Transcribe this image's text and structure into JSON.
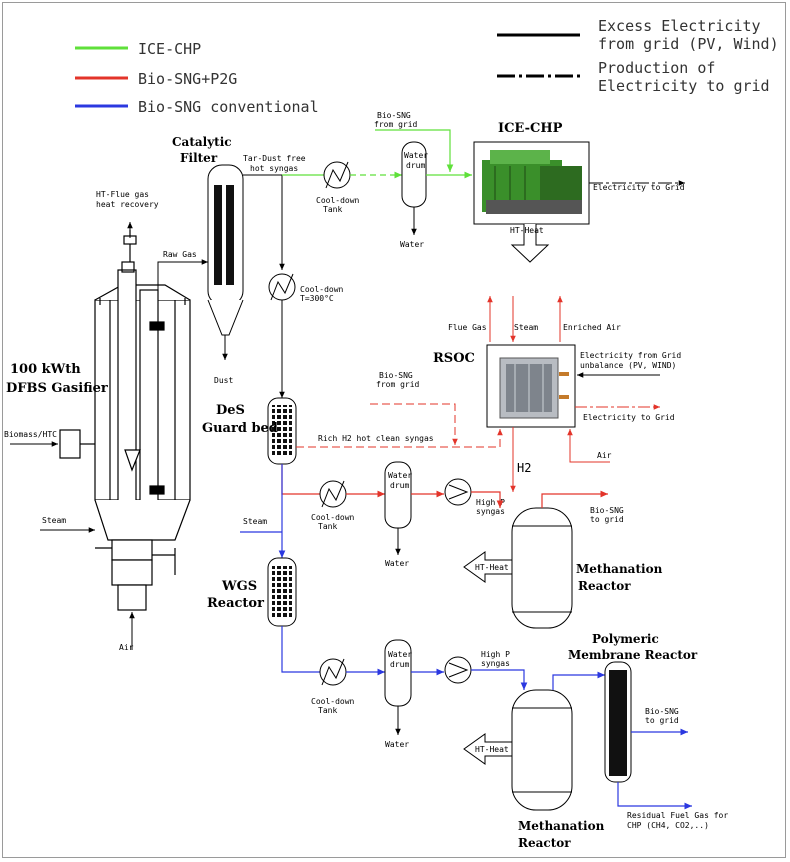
{
  "legend": {
    "ice_chp": "ICE-CHP",
    "p2g": "Bio-SNG+P2G",
    "conventional": "Bio-SNG conventional",
    "excess_line1": "Excess Electricity",
    "excess_line2": "from grid (PV, Wind)",
    "production_line1": "Production of",
    "production_line2": "Electricity to grid"
  },
  "colors": {
    "ice_chp": "#5fe03a",
    "p2g": "#e3342a",
    "conventional": "#2b38e0",
    "process": "#000000",
    "engine": "#3a8f2a"
  },
  "titles": {
    "catalytic1": "Catalytic",
    "catalytic2": "Filter",
    "ice_chp": "ICE-CHP",
    "gasifier1": "100 kWth",
    "gasifier2": "DFBS Gasifier",
    "des1": "DeS",
    "des2": "Guard bed",
    "rsoc": "RSOC",
    "wgs1": "WGS",
    "wgs2": "Reactor",
    "meth1a": "Methanation",
    "meth1b": "Reactor",
    "pmr1": "Polymeric",
    "pmr2": "Membrane Reactor",
    "meth2a": "Methanation",
    "meth2b": "Reactor"
  },
  "labels": {
    "ht_flue1": "HT-Flue gas",
    "ht_flue2": "heat recovery",
    "raw_gas": "Raw Gas",
    "tar1": "Tar-Dust free",
    "tar2": "hot syngas",
    "biosng_grid_top1": "Bio-SNG",
    "biosng_grid_top2": "from grid",
    "water_drum_top1": "Water",
    "water_drum_top2": "drum",
    "cooldown_tank_top1": "Cool-down",
    "cooldown_tank_top2": "Tank",
    "water_top": "Water",
    "elec_to_grid_top": "Electricity to Grid",
    "ht_heat_top": "HT-Heat",
    "cooldown_t1": "Cool-down",
    "cooldown_t2": "T=300°C",
    "dust": "Dust",
    "biomass": "Biomass/HTC",
    "steam_left": "Steam",
    "air_bottom": "Air",
    "flue_gas": "Flue Gas",
    "steam_rsoc": "Steam",
    "enriched_air": "Enriched Air",
    "elec_from_grid1": "Electricity from Grid",
    "elec_from_grid2": "unbalance (PV, WIND)",
    "elec_to_grid_rsoc": "Electricity to Grid",
    "biosng_grid_mid1": "Bio-SNG",
    "biosng_grid_mid2": "from grid",
    "rich_h2": "Rich H2 hot clean syngas",
    "air_rsoc": "Air",
    "h2": "H2",
    "steam_des": "Steam",
    "cooldown_tank_mid1": "Cool-down",
    "cooldown_tank_mid2": "Tank",
    "water_drum_mid1": "Water",
    "water_drum_mid2": "drum",
    "water_mid": "Water",
    "high_p_mid1": "High P",
    "high_p_mid2": "syngas",
    "biosng_to_grid_mid1": "Bio-SNG",
    "biosng_to_grid_mid2": "to grid",
    "ht_heat_mid": "HT-Heat",
    "cooldown_tank_bot1": "Cool-down",
    "cooldown_tank_bot2": "Tank",
    "water_drum_bot1": "Water",
    "water_drum_bot2": "drum",
    "water_bot": "Water",
    "high_p_bot1": "High P",
    "high_p_bot2": "syngas",
    "ht_heat_bot": "HT-Heat",
    "biosng_to_grid_bot1": "Bio-SNG",
    "biosng_to_grid_bot2": "to grid",
    "residual1": "Residual Fuel Gas for",
    "residual2": "CHP (CH4, CO2,..)"
  }
}
